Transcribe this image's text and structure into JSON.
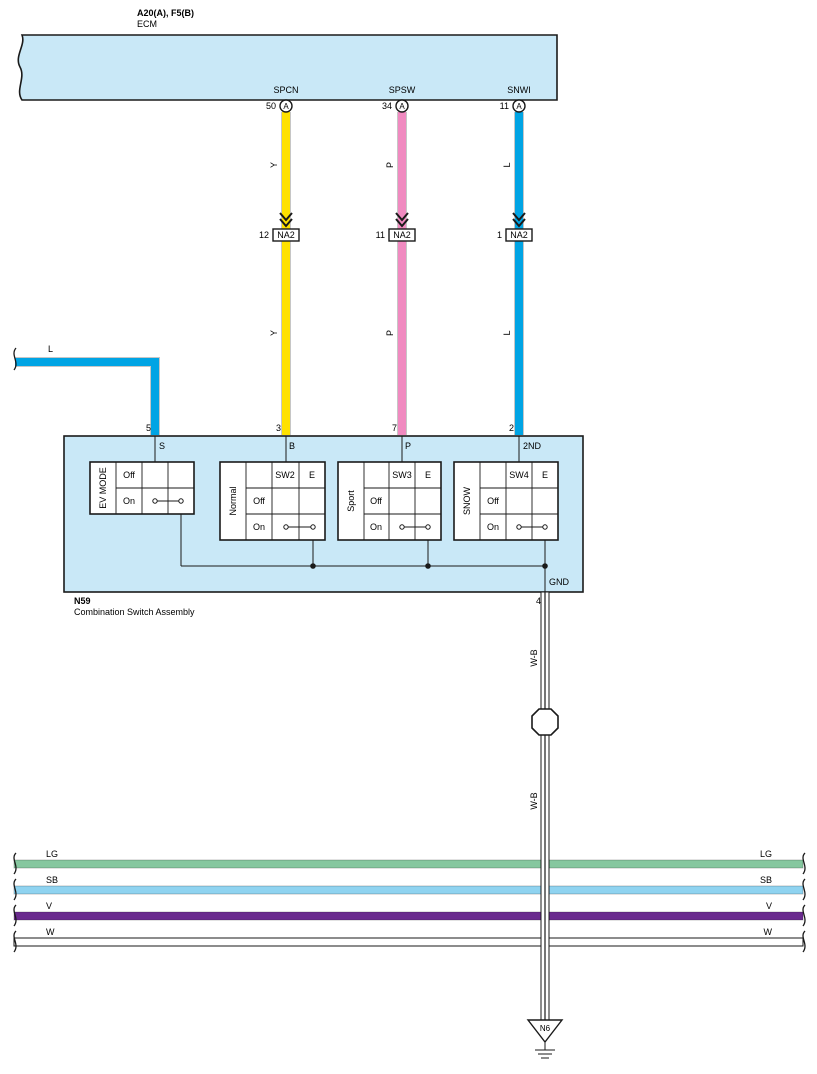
{
  "ecm": {
    "connector": "A20(A), F5(B)",
    "name": "ECM",
    "pins": [
      {
        "name": "SPCN",
        "num": "50",
        "conn": "A"
      },
      {
        "name": "SPSW",
        "num": "34",
        "conn": "A"
      },
      {
        "name": "SNWI",
        "num": "11",
        "conn": "A"
      }
    ]
  },
  "wires": {
    "spcn": {
      "label": "Y",
      "color": "#ffe100"
    },
    "spsw": {
      "label": "P",
      "color": "#f08ac0"
    },
    "snwi": {
      "label": "L",
      "color": "#00a4e4"
    },
    "s_in": {
      "label": "L",
      "color": "#00a4e4"
    },
    "gnd": {
      "label": "W-B"
    }
  },
  "junctions": [
    {
      "num": "12",
      "name": "NA2"
    },
    {
      "num": "11",
      "name": "NA2"
    },
    {
      "num": "1",
      "name": "NA2"
    }
  ],
  "switch_assembly": {
    "id": "N59",
    "name": "Combination Switch Assembly",
    "pins": [
      {
        "num": "5",
        "name": "S"
      },
      {
        "num": "3",
        "name": "B"
      },
      {
        "num": "7",
        "name": "P"
      },
      {
        "num": "2",
        "name": "2ND"
      },
      {
        "num": "4",
        "name": "GND"
      }
    ],
    "ev": {
      "title": "EV MODE",
      "off": "Off",
      "on": "On"
    },
    "switches": [
      {
        "title": "Normal",
        "sw": "SW2",
        "e": "E",
        "off": "Off",
        "on": "On"
      },
      {
        "title": "Sport",
        "sw": "SW3",
        "e": "E",
        "off": "Off",
        "on": "On"
      },
      {
        "title": "SNOW",
        "sw": "SW4",
        "e": "E",
        "off": "Off",
        "on": "On"
      }
    ]
  },
  "ground": {
    "name": "N6"
  },
  "bus": [
    {
      "label": "LG",
      "color": "#86c79f"
    },
    {
      "label": "SB",
      "color": "#8fd3f0"
    },
    {
      "label": "V",
      "color": "#6a2a8e"
    },
    {
      "label": "W",
      "color": "#ffffff"
    }
  ],
  "colors": {
    "box_fill": "#c9e8f7",
    "stroke": "#1a1a1a"
  }
}
